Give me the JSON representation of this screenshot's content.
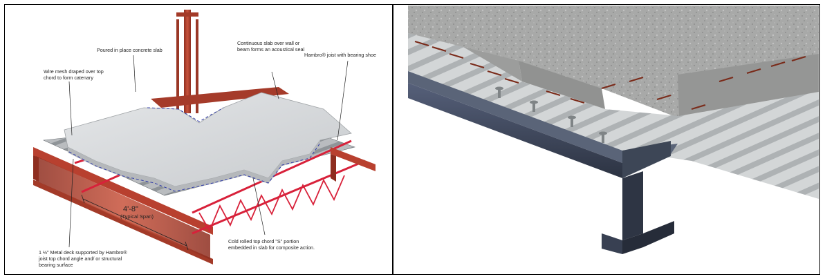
{
  "figure": {
    "left_panel": {
      "labels": {
        "poured_slab": "Poured in place concrete slab",
        "continuous_slab_1": "Continuous slab over wall or",
        "continuous_slab_2": "beam forms an acoustical seal",
        "wire_mesh_1": "Wire mesh draped over top",
        "wire_mesh_2": "chord to form catenary",
        "hambro_joist": "Hambro® joist with bearing shoe",
        "span_value": "4'-8\"",
        "span_note": "(Typical Span)",
        "metal_deck_1": "1 ½\" Metal deck supported by Hambro®",
        "metal_deck_2": "joist top chord angle and/ or structural",
        "metal_deck_3": "bearing surface",
        "cold_rolled_1": "Cold rolled top chord \"S\" portion",
        "cold_rolled_2": "embedded in slab for composite action."
      },
      "colors": {
        "steel": "#b8402f",
        "joist": "#d8213a",
        "concrete": "#d7d9db",
        "deck": "#a9adb0",
        "mesh": "#2f3ba8"
      }
    },
    "right_panel": {
      "colors": {
        "concrete": "#a6a7a6",
        "deck": "#c9cccd",
        "beam": "#3d4656",
        "rebar": "#7a2b1a"
      }
    }
  }
}
